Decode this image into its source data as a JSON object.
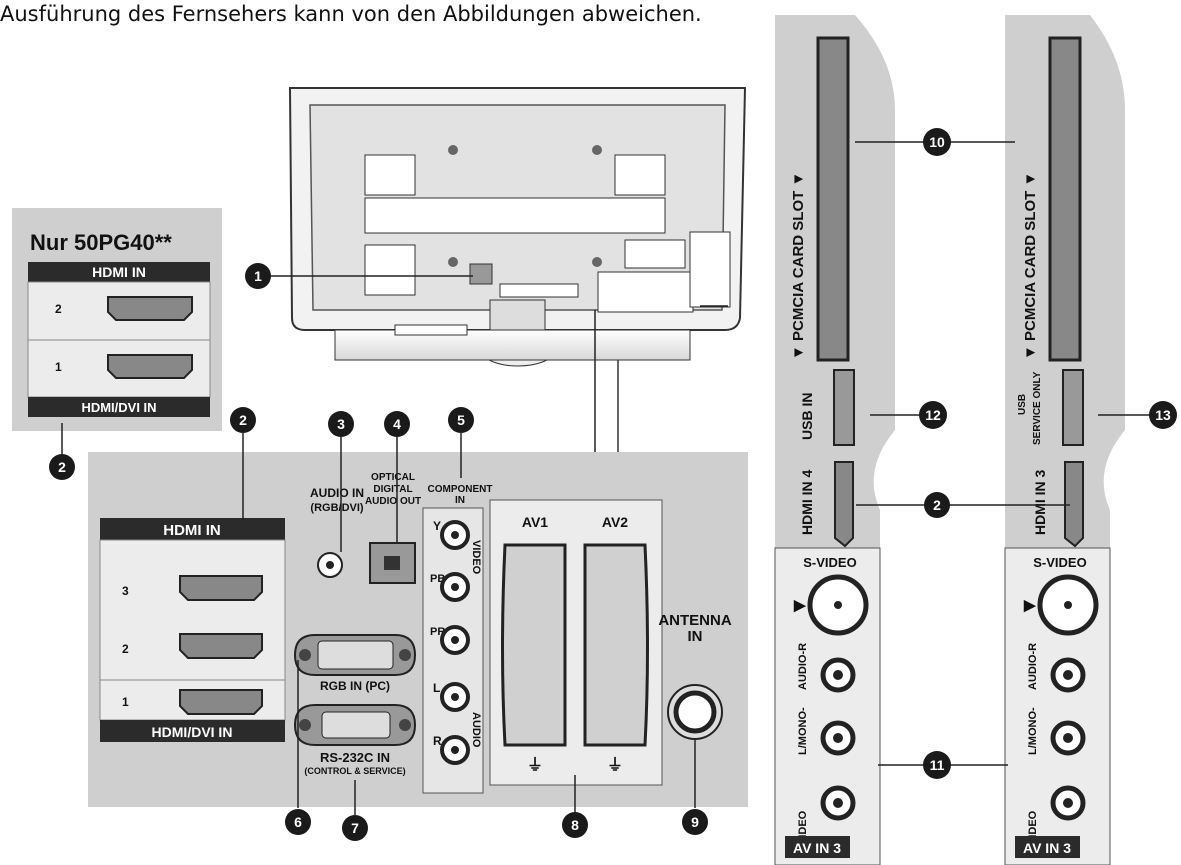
{
  "note": "Ausführung des Fernsehers kann von den Abbildungen abweichen.",
  "inset": {
    "title": "Nur 50PG40**",
    "hdmi_header": "HDMI IN",
    "port2": "2",
    "port1": "1",
    "footer": "HDMI/DVI IN"
  },
  "main_panel": {
    "hdmi_header": "HDMI IN",
    "port3": "3",
    "port2": "2",
    "port1": "1",
    "hdmi_dvi": "HDMI/DVI IN",
    "audio_in": "AUDIO IN",
    "audio_in_sub": "(RGB/DVI)",
    "optical_1": "OPTICAL",
    "optical_2": "DIGITAL",
    "optical_3": "AUDIO OUT",
    "component_1": "COMPONENT",
    "component_2": "IN",
    "comp_y": "Y",
    "comp_pb": "PB",
    "comp_pr": "PR",
    "comp_l": "L",
    "comp_r": "R",
    "video_label": "VIDEO",
    "audio_label": "AUDIO",
    "rgb_in": "RGB IN (PC)",
    "rs232": "RS-232C IN",
    "rs232_sub": "(CONTROL & SERVICE)",
    "av1": "AV1",
    "av2": "AV2",
    "antenna": "ANTENNA",
    "antenna_sub": "IN"
  },
  "side_left": {
    "pcmcia": "▼ PCMCIA CARD SLOT ▼",
    "usb": "USB IN",
    "hdmi": "HDMI IN 4",
    "svideo": "S-VIDEO",
    "audio_r": "AUDIO-R",
    "lmono": "L/MONO-",
    "video": "VIDEO",
    "av_in": "AV IN 3"
  },
  "side_right": {
    "pcmcia": "▼ PCMCIA CARD SLOT ▼",
    "usb_1": "USB",
    "usb_2": "SERVICE ONLY",
    "hdmi": "HDMI IN 3",
    "svideo": "S-VIDEO",
    "audio_r": "AUDIO-R",
    "lmono": "L/MONO-",
    "video": "VIDEO",
    "av_in": "AV IN 3"
  },
  "callouts": {
    "c1": "1",
    "c2": "2",
    "c3": "3",
    "c4": "4",
    "c5": "5",
    "c6": "6",
    "c7": "7",
    "c8": "8",
    "c9": "9",
    "c10": "10",
    "c11": "11",
    "c12": "12",
    "c13": "13"
  },
  "colors": {
    "panel_gray": "#c8c8c8",
    "callout_bg": "#1a1a1a",
    "header_bg": "#2b2b2b"
  }
}
